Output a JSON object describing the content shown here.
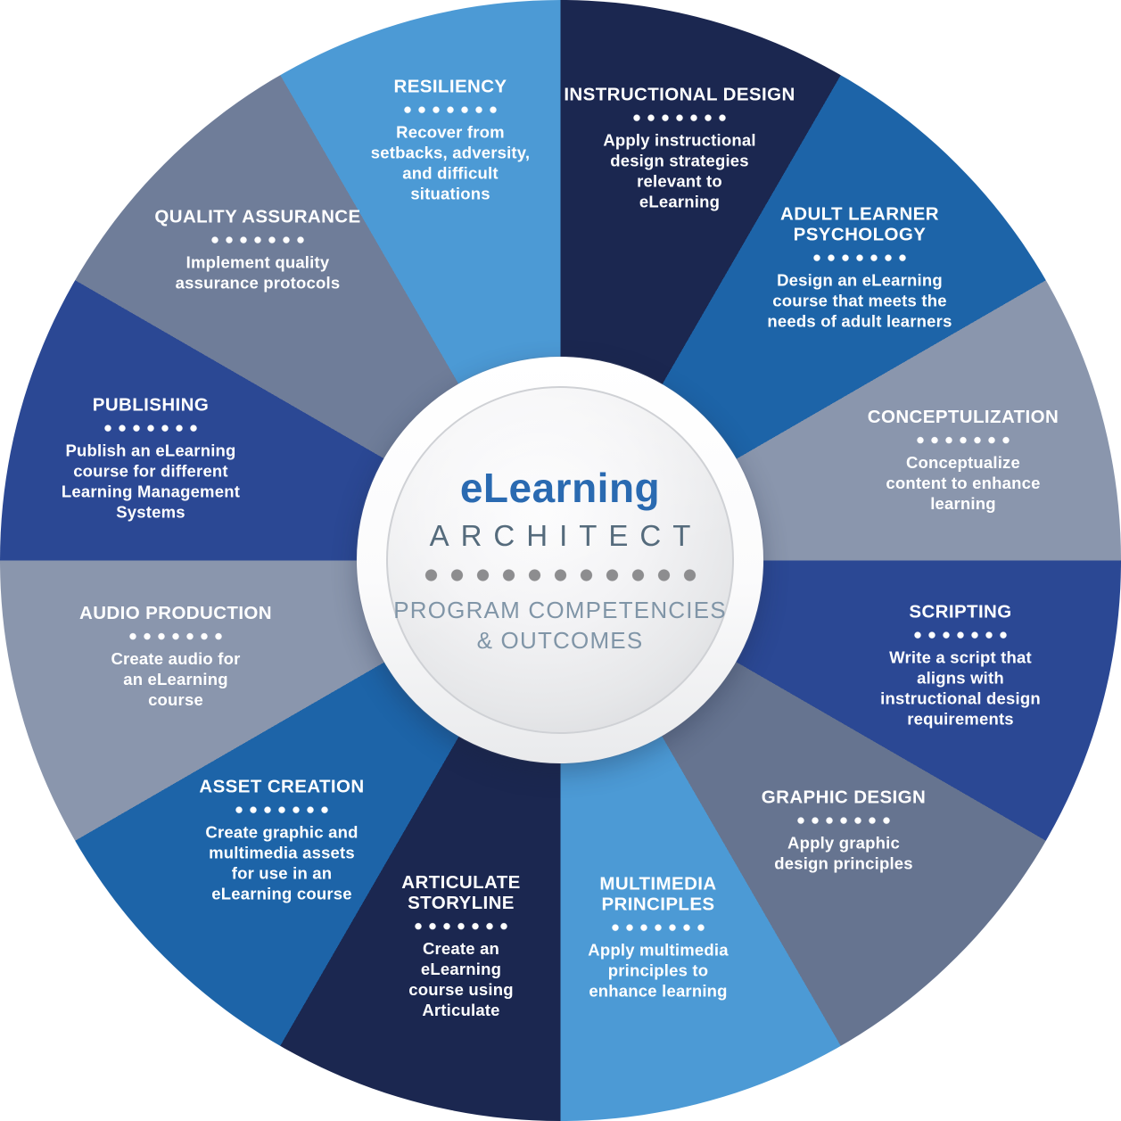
{
  "wheel": {
    "separator_dot_count": 7,
    "text_color": "#ffffff",
    "segments": [
      {
        "title": "INSTRUCTIONAL DESIGN",
        "description": "Apply instructional\ndesign strategies\nrelevant to\neLearning",
        "color": "#1b2750"
      },
      {
        "title": "ADULT LEARNER\nPSYCHOLOGY",
        "description": "Design an eLearning\ncourse that meets the\nneeds of adult learners",
        "color": "#1d64a8"
      },
      {
        "title": "CONCEPTULIZATION",
        "description": "Conceptualize\ncontent to enhance\nlearning",
        "color": "#8a96ad"
      },
      {
        "title": "SCRIPTING",
        "description": "Write a script that\naligns with\ninstructional design\nrequirements",
        "color": "#2b4894"
      },
      {
        "title": "GRAPHIC DESIGN",
        "description": "Apply graphic\ndesign principles",
        "color": "#667490"
      },
      {
        "title": "MULTIMEDIA\nPRINCIPLES",
        "description": "Apply multimedia\nprinciples to\nenhance learning",
        "color": "#4c9ad5"
      },
      {
        "title": "ARTICULATE\nSTORYLINE",
        "description": "Create an\neLearning\ncourse using\nArticulate",
        "color": "#1b2750"
      },
      {
        "title": "ASSET CREATION",
        "description": "Create graphic and\nmultimedia assets\nfor use in an\neLearning course",
        "color": "#1d64a8"
      },
      {
        "title": "AUDIO PRODUCTION",
        "description": "Create audio for\nan eLearning\ncourse",
        "color": "#8a96ad"
      },
      {
        "title": "PUBLISHING",
        "description": "Publish an eLearning\ncourse for different\nLearning Management\nSystems",
        "color": "#2b4894"
      },
      {
        "title": "QUALITY ASSURANCE",
        "description": "Implement quality\nassurance protocols",
        "color": "#6f7d99"
      },
      {
        "title": "RESILIENCY",
        "description": "Recover from\nsetbacks, adversity,\nand difficult\nsituations",
        "color": "#4c9ad5"
      }
    ]
  },
  "center": {
    "title": "eLearning",
    "subtitle": "ARCHITECT",
    "tagline": "PROGRAM COMPETENCIES\n& OUTCOMES",
    "separator_dot_count": 11,
    "title_color": "#2a6ab1",
    "subtitle_color": "#556b7c",
    "tagline_color": "#8095a7"
  }
}
